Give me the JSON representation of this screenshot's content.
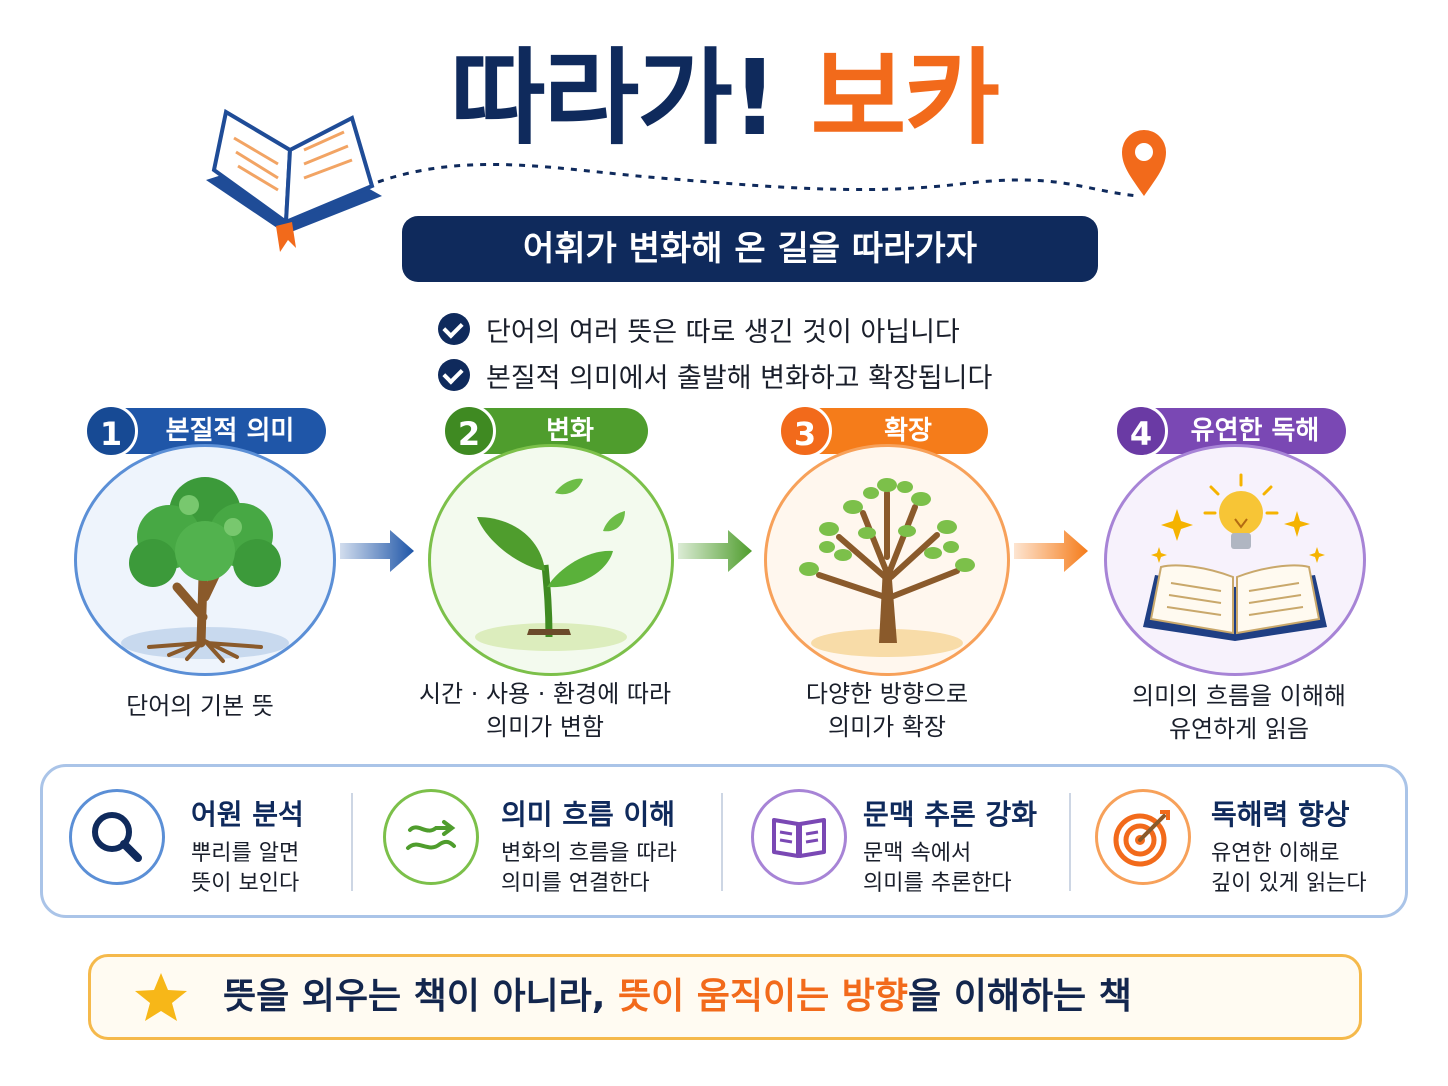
{
  "title": {
    "part1": "따라가!",
    "part2": "보카"
  },
  "subtitle": "어휘가 변화해 온 길을 따라가자",
  "checks": [
    "단어의 여러 뜻은 따로 생긴 것이 아닙니다",
    "본질적 의미에서 출발해 변화하고 확장됩니다"
  ],
  "steps": [
    {
      "num": "1",
      "label": "본질적 의미",
      "desc": [
        "단어의 기본 뜻"
      ],
      "color": "#1f56a8",
      "icon": "tree-roots-icon"
    },
    {
      "num": "2",
      "label": "변화",
      "desc": [
        "시간 · 사용 · 환경에 따라",
        "의미가 변함"
      ],
      "color": "#4f9d2d",
      "icon": "sprout-icon"
    },
    {
      "num": "3",
      "label": "확장",
      "desc": [
        "다양한 방향으로",
        "의미가 확장"
      ],
      "color": "#f57c1a",
      "icon": "spreading-tree-icon"
    },
    {
      "num": "4",
      "label": "유연한 독해",
      "desc": [
        "의미의 흐름을 이해해",
        "유연하게 읽음"
      ],
      "color": "#7a48b4",
      "icon": "open-book-lightbulb-icon"
    }
  ],
  "features": [
    {
      "title": "어원 분석",
      "desc": [
        "뿌리를 알면",
        "뜻이 보인다"
      ],
      "color": "#1f56a8",
      "icon": "magnifier-icon"
    },
    {
      "title": "의미 흐름 이해",
      "desc": [
        "변화의 흐름을 따라",
        "의미를 연결한다"
      ],
      "color": "#4f9d2d",
      "icon": "flow-arrow-icon"
    },
    {
      "title": "문맥 추론 강화",
      "desc": [
        "문맥 속에서",
        "의미를 추론한다"
      ],
      "color": "#7a48b4",
      "icon": "book-icon"
    },
    {
      "title": "독해력 향상",
      "desc": [
        "유연한 이해로",
        "깊이 있게 읽는다"
      ],
      "color": "#f57c1a",
      "icon": "target-icon"
    }
  ],
  "footer": {
    "before": "뜻을 외우는 책이 아니라, ",
    "highlight1": "뜻이 움직이는 방향",
    "after": "을 이해하는 책"
  },
  "colors": {
    "navy": "#0f2a5c",
    "orange": "#f26a1b"
  }
}
